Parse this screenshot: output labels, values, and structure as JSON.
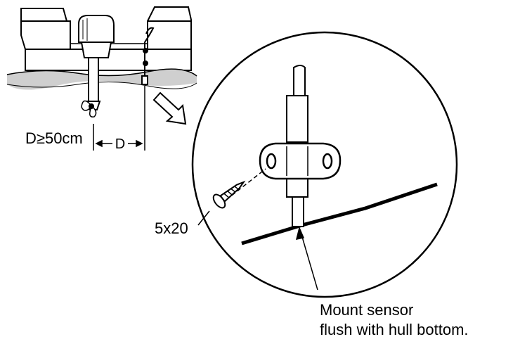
{
  "labels": {
    "distance_rule": "D≥50cm",
    "distance_marker": "D",
    "screw_size": "5x20",
    "instruction_line1": "Mount sensor",
    "instruction_line2": "flush with hull bottom."
  },
  "colors": {
    "ink": "#000000",
    "water_shade": "#cfcfcf",
    "background": "#ffffff"
  },
  "icons": {
    "boat": "outboard-boat-icon",
    "screw": "screw-icon",
    "arrow": "diagonal-arrow-icon"
  }
}
